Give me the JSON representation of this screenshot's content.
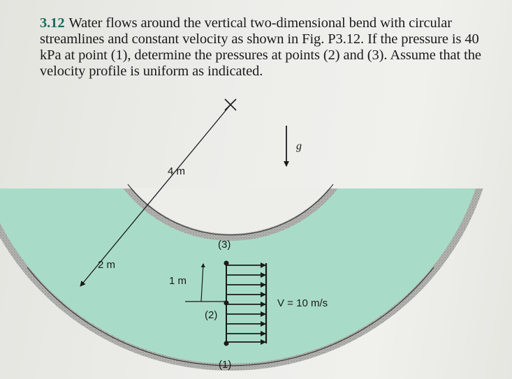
{
  "problem": {
    "number": "3.12",
    "statement": "Water flows around the vertical two-dimensional bend with circular streamlines and constant velocity as shown in Fig. P3.12. If the pressure is 40 kPa at point (1), determine the pressures at points (2) and (3). Assume that the velocity profile is uniform as indicated."
  },
  "figure": {
    "label_radius_outer": "4 m",
    "label_radius_inner": "2 m",
    "label_width": "1 m",
    "label_point_3": "(3)",
    "label_point_2": "(2)",
    "label_point_1": "(1)",
    "label_gravity": "g",
    "label_velocity": "V = 10 m/s",
    "colors": {
      "water": "#a8dcc8",
      "wall": "#8a8a8a",
      "ink": "#1a1a1a",
      "accent": "#1a6b5c"
    }
  }
}
